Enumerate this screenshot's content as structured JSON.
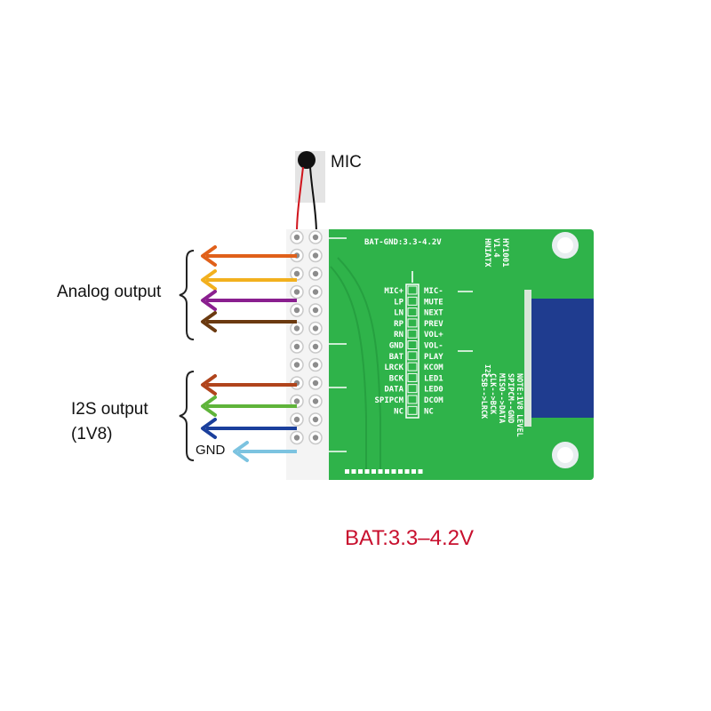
{
  "labels": {
    "mic": "MIC",
    "analog_output": "Analog output",
    "i2s_output": "I2S output",
    "i2s_voltage": "(1V8)",
    "gnd": "GND",
    "battery": "BAT:3.3–4.2V"
  },
  "board": {
    "header_text": "BAT-GND:3.3-4.2V",
    "model_lines": [
      "HY1001",
      "V1.4",
      "HNIATX"
    ],
    "pins_left": [
      "MIC+",
      "LP",
      "LN",
      "RP",
      "RN",
      "GND",
      "BAT",
      "LRCK",
      "BCK",
      "DATA",
      "SPIPCM",
      "NC"
    ],
    "pins_right": [
      "MIC-",
      "MUTE",
      "NEXT",
      "PREV",
      "VOL+",
      "VOL-",
      "PLAY",
      "KCOM",
      "LED1",
      "LED0",
      "DCOM",
      "NC"
    ],
    "i2s_tag": "I2S",
    "note_lines": [
      "NOTE:1V8 LEVEL",
      "SPIPCM--GND",
      "MISO-->DATA",
      "CLK-->BCK",
      "CSB-->LRCK"
    ]
  },
  "colors": {
    "pcb": "#2fb34a",
    "annotation_red": "#c8102e",
    "wire_orange": "#e0601a",
    "wire_yellow": "#f2b01e",
    "wire_purple": "#8a1f8f",
    "wire_brown": "#6b3a10",
    "wire_rust": "#b0441c",
    "wire_green": "#5fb43a",
    "wire_blue": "#1a3f9c",
    "wire_lightblue": "#7cc3e0"
  }
}
